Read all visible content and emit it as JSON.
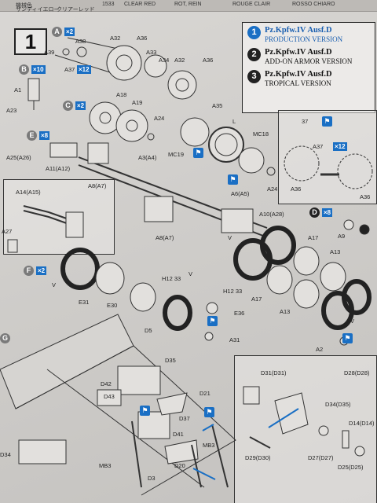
{
  "header": {
    "cells": [
      "機械色",
      "サンディイエロー",
      "クリアーレッド",
      "1533",
      "CLEAR RED",
      "ROT, REIN",
      "ROUGE CLAIR",
      "ROSSO CHIARO"
    ]
  },
  "step_number": "1",
  "versions": [
    {
      "num": "1",
      "line1": "Pz.Kpfw.IV Ausf.D",
      "line2": "PRODUCTION VERSION"
    },
    {
      "num": "2",
      "line1": "Pz.Kpfw.IV Ausf.D",
      "line2": "ADD-ON ARMOR VERSION"
    },
    {
      "num": "3",
      "line1": "Pz.Kpfw.IV Ausf.D",
      "line2": "TROPICAL VERSION"
    }
  ],
  "sub_steps": {
    "A": {
      "letter": "A",
      "qty": "×2"
    },
    "B": {
      "letter": "B",
      "qty": "×10"
    },
    "C": {
      "letter": "C",
      "qty": "×2"
    },
    "D": {
      "letter": "D",
      "qty": "×8"
    },
    "E": {
      "letter": "E",
      "qty": "×8"
    },
    "F": {
      "letter": "F",
      "qty": "×2"
    },
    "G": {
      "letter": "G"
    }
  },
  "part_labels": {
    "a39": "A39",
    "a38": "A38",
    "a32a": "A32",
    "a36a": "A36",
    "a37": "A37",
    "a37qty": "×12",
    "a33": "A33",
    "a34": "A34",
    "a32b": "A32",
    "a36b": "A36",
    "a35": "A35",
    "a1": "A1",
    "a23": "A23",
    "a18": "A18",
    "a19": "A19",
    "a24a": "A24",
    "l": "L",
    "mc18": "MC18",
    "mc19": "MC19",
    "a24b": "A24",
    "a25": "A25(A26)",
    "a11": "A11(A12)",
    "a3": "A3(A4)",
    "a6": "A6(A5)",
    "a14": "A14(A15)",
    "a8a": "A8(A7)",
    "a27": "A27",
    "a8b": "A8(A7)",
    "a10": "A10(A28)",
    "v1": "V",
    "v2": "V",
    "v3": "V",
    "v4": "V",
    "a9": "A9",
    "a17a": "A17",
    "a13a": "A13",
    "a17b": "A17",
    "a13b": "A13",
    "a2": "A2",
    "e31": "E31",
    "e30": "E30",
    "h12a": "H12 33",
    "h12b": "H12 33",
    "e36": "E36",
    "a31": "A31",
    "d5": "D5",
    "d35": "D35",
    "d42": "D42",
    "d43": "D43",
    "d21": "D21",
    "d37": "D37",
    "d41": "D41",
    "mb3a": "MB3",
    "mb3b": "MB3",
    "d20": "D20",
    "d3": "D3",
    "d34a": "D34",
    "d31": "D31(D31)",
    "d28": "D28(D28)",
    "d34b": "D34(D35)",
    "d14": "D14(D14)",
    "d29": "D29(D30)",
    "d27": "D27(D27)",
    "d25": "D25(D25)",
    "a36c": "A36",
    "a36d": "A36",
    "a37b": "A37",
    "a37bqty": "×12",
    "n37": "37"
  }
}
